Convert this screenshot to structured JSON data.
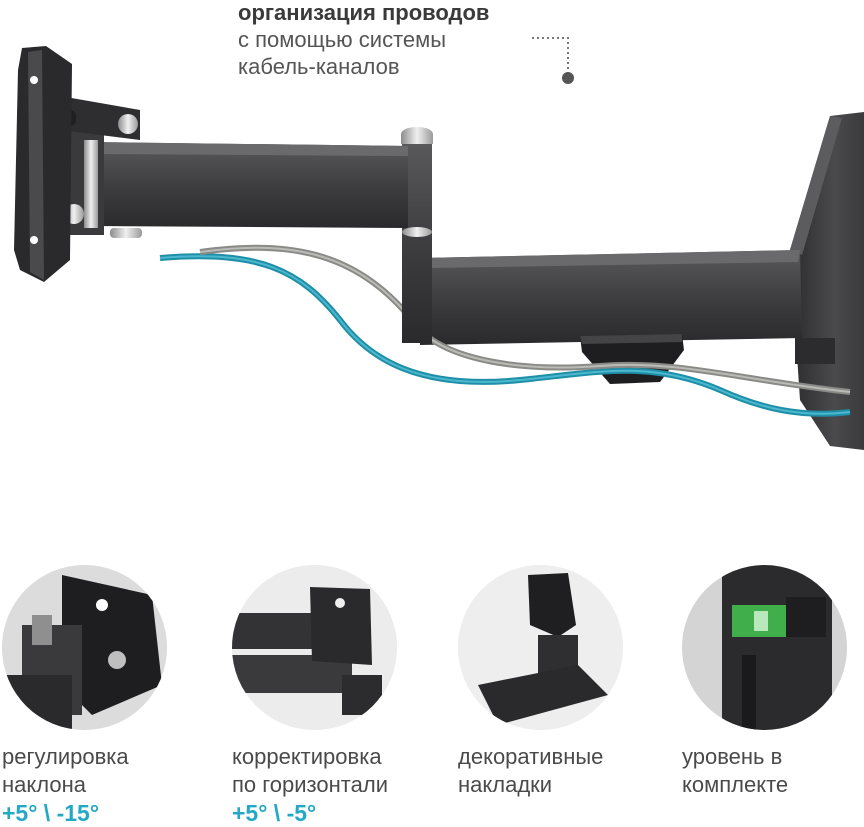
{
  "callout": {
    "line1": "организация проводов",
    "line2": "с помощью системы",
    "line3": "кабель-каналов"
  },
  "colors": {
    "accent": "#23a8c6",
    "cable_blue": "#1f8fa8",
    "cable_grey": "#8a8a86",
    "metal": "#3c3c3e",
    "text": "#4a4a4a"
  },
  "features": [
    {
      "line1": "регулировка",
      "line2": "наклона",
      "highlight": "+5° \\ -15°"
    },
    {
      "line1": "корректировка",
      "line2": "по горизонтали",
      "highlight": "+5° \\ -5°"
    },
    {
      "line1": "декоративные",
      "line2": "накладки",
      "highlight": ""
    },
    {
      "line1": "уровень в",
      "line2": "комплекте",
      "highlight": ""
    }
  ]
}
